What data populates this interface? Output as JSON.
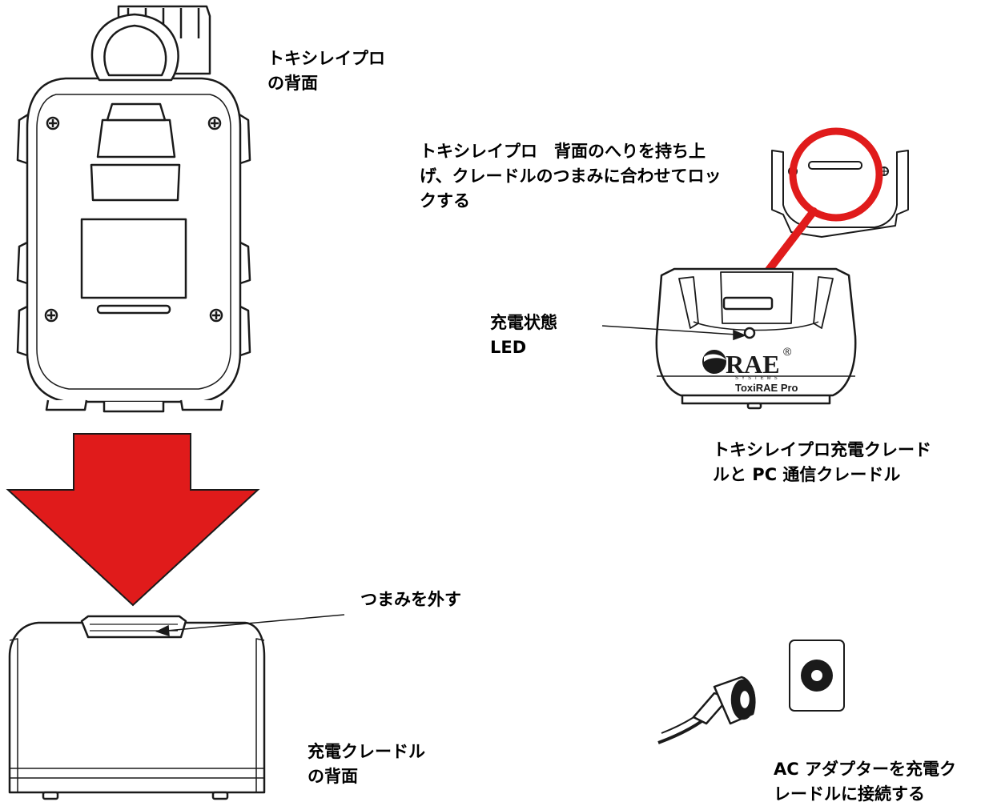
{
  "labels": {
    "device_back": "トキシレイプロ\nの背面",
    "instruction": "トキシレイプロ　背面のへりを持ち上\nげ、クレードルのつまみに合わせてロッ\nクする",
    "led": "充電状態\nLED",
    "cradle_caption": "トキシレイプロ充電クレード\nルと PC 通信クレードル",
    "tab_release": "つまみを外す",
    "cradle_back": "充電クレードル\nの背面",
    "ac_adapter": "AC アダプターを充電ク\nレードルに接続する"
  },
  "cradle_logo": {
    "brand": "RAE",
    "registered": "®",
    "sub": "SYSTEMS",
    "model": "ToxiRAE Pro"
  },
  "colors": {
    "arrow_red": "#e01b1b",
    "outline": "#1a1a1a"
  }
}
